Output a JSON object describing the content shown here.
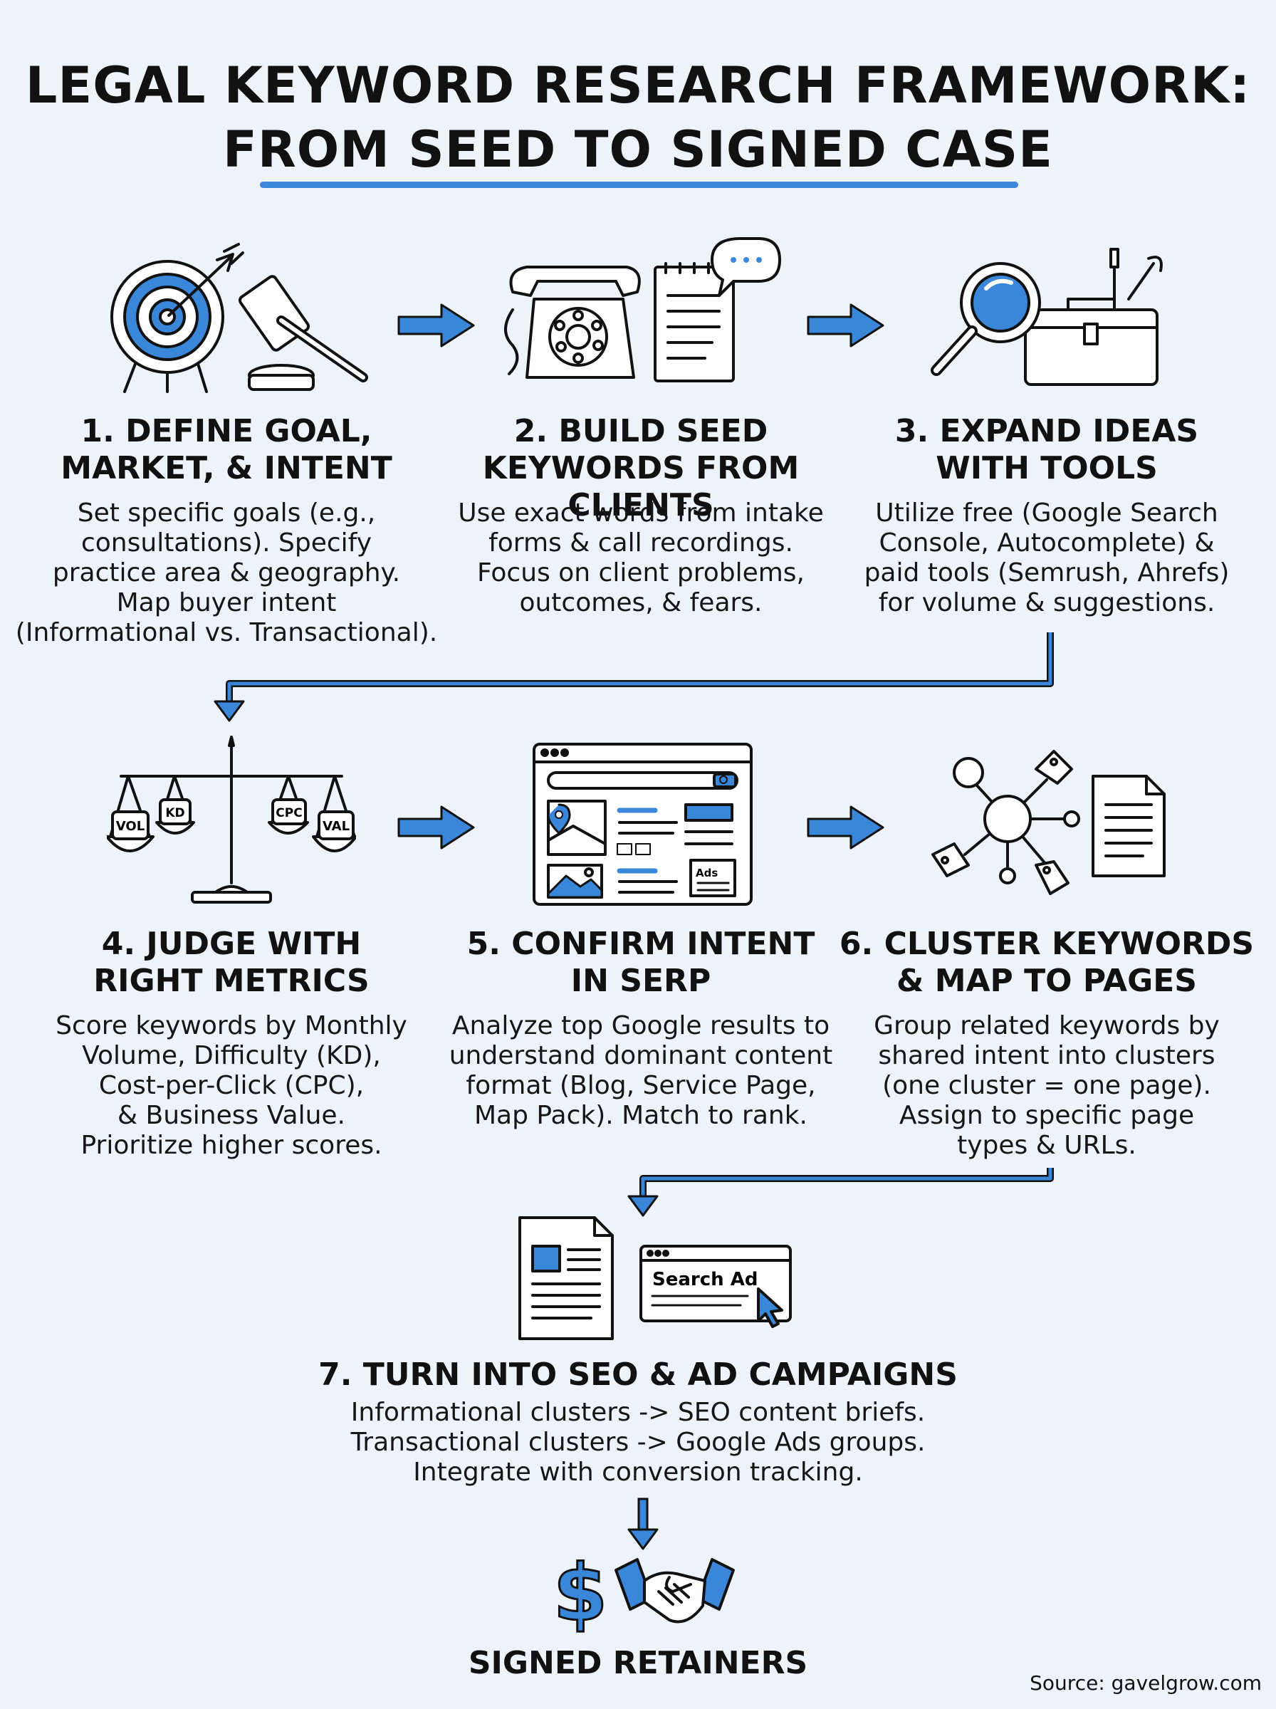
{
  "header": {
    "title_line1": "LEGAL KEYWORD RESEARCH FRAMEWORK:",
    "title_line2": "FROM SEED TO SIGNED CASE"
  },
  "steps": [
    {
      "title": "1. DEFINE GOAL,\nMARKET, & INTENT",
      "desc": "Set specific goals (e.g.,\nconsultations). Specify\npractice area & geography.\nMap buyer intent\n(Informational vs. Transactional)."
    },
    {
      "title": "2. BUILD SEED\nKEYWORDS FROM CLIENTS",
      "desc": "Use exact words from intake\nforms & call recordings.\nFocus on client problems,\noutcomes, & fears."
    },
    {
      "title": "3. EXPAND IDEAS\nWITH TOOLS",
      "desc": "Utilize free (Google Search\nConsole, Autocomplete) &\npaid tools (Semrush, Ahrefs)\nfor volume & suggestions."
    },
    {
      "title": "4. JUDGE WITH\nRIGHT METRICS",
      "desc": "Score keywords by Monthly\nVolume, Difficulty (KD),\nCost-per-Click (CPC),\n& Business Value.\nPrioritize higher scores."
    },
    {
      "title": "5. CONFIRM INTENT\nIN SERP",
      "desc": "Analyze top Google results to\nunderstand dominant content\nformat (Blog, Service Page,\nMap Pack). Match to rank."
    },
    {
      "title": "6. CLUSTER KEYWORDS\n& MAP TO PAGES",
      "desc": "Group related keywords by\nshared intent into clusters\n(one cluster = one page).\nAssign to specific page\ntypes & URLs."
    },
    {
      "title": "7. TURN INTO SEO & AD CAMPAIGNS",
      "desc": "Informational clusters -> SEO content briefs.\nTransactional clusters -> Google Ads groups.\nIntegrate with conversion tracking."
    }
  ],
  "icon_labels": {
    "weight_vol": "VOL",
    "weight_kd": "KD",
    "weight_cpc": "CPC",
    "weight_val": "VAL",
    "ads_box": "Ads",
    "search_ad": "Search Ad",
    "dollar": "$"
  },
  "final": {
    "label": "SIGNED RETAINERS"
  },
  "source": "Source: gavelgrow.com",
  "colors": {
    "accent": "#3a86d8",
    "ink": "#111111",
    "background": "#eef3f9"
  }
}
